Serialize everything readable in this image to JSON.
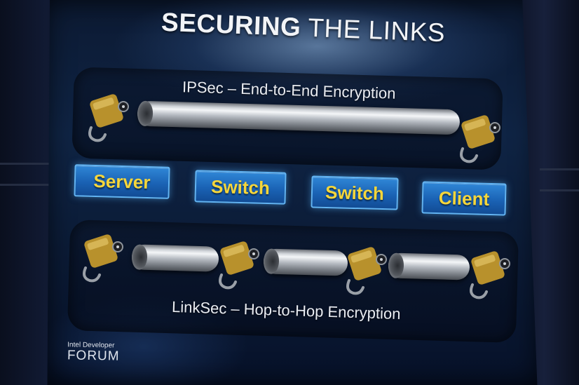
{
  "slide": {
    "title_bold": "SECURING",
    "title_rest": "THE LINKS",
    "top_caption": "IPSec – End-to-End Encryption",
    "bottom_caption": "LinkSec – Hop-to-Hop Encryption",
    "nodes": [
      "Server",
      "Switch",
      "Switch",
      "Client"
    ],
    "brand_line1": "Intel Developer",
    "brand_line2": "FORUM"
  },
  "icons": {
    "lock": "padlock-icon",
    "tube": "encrypted-tunnel"
  },
  "colors": {
    "node_fill": "#1a62b4",
    "node_border": "#62b4f3",
    "node_text": "#f5d63b",
    "title_text": "#f2f4f7",
    "lock_body": "#c9a23a"
  }
}
